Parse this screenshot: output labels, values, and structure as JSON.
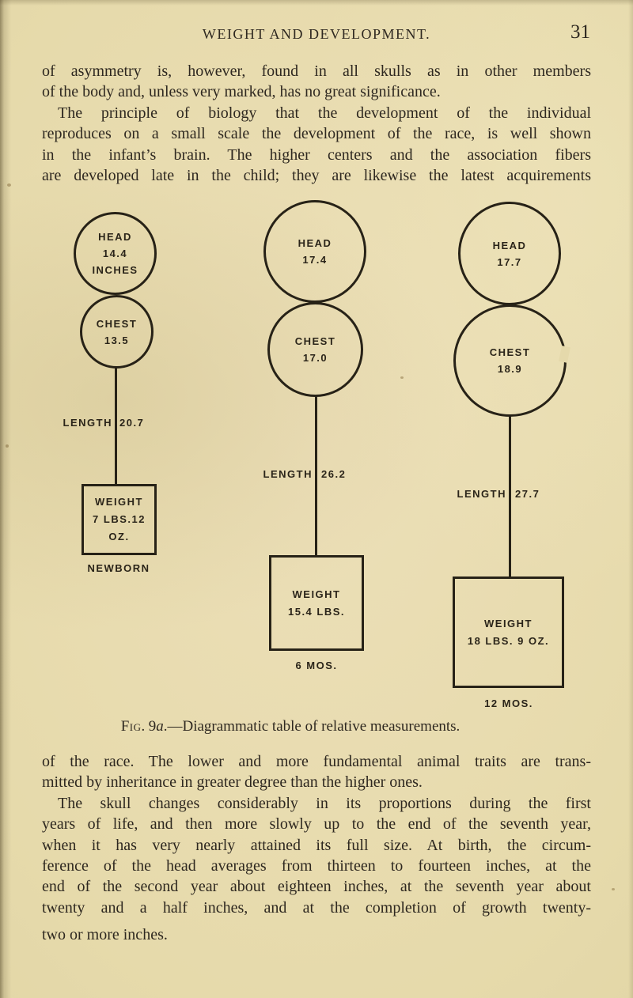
{
  "header": {
    "title": "WEIGHT AND DEVELOPMENT.",
    "page_number": "31"
  },
  "paragraph1": {
    "lines": [
      "of asymmetry is, however, found in all skulls as in other members",
      "of the body and, unless very marked, has no great significance.",
      "The principle of biology that the development of the individual",
      "reproduces on a small scale the development of the race, is well shown",
      "in the infant’s brain.  The higher centers and the association fibers",
      "are developed late in the child; they are likewise the latest acquirements"
    ]
  },
  "figure": {
    "columns": [
      {
        "label": "NEWBORN",
        "head_label": "HEAD",
        "head_value": "14.4",
        "head_unit": "INCHES",
        "chest_label": "CHEST",
        "chest_value": "13.5",
        "length_label": "LENGTH",
        "length_value": "20.7",
        "weight_label": "WEIGHT",
        "weight_value": "7 LBS.12 OZ."
      },
      {
        "label": "6 MOS.",
        "head_label": "HEAD",
        "head_value": "17.4",
        "chest_label": "CHEST",
        "chest_value": "17.0",
        "length_label": "LENGTH",
        "length_value": "26.2",
        "weight_label": "WEIGHT",
        "weight_value": "15.4 LBS."
      },
      {
        "label": "12 MOS.",
        "head_label": "HEAD",
        "head_value": "17.7",
        "chest_label": "CHEST",
        "chest_value": "18.9",
        "length_label": "LENGTH",
        "length_value": "27.7",
        "weight_label": "WEIGHT",
        "weight_value": "18 LBS. 9 OZ."
      }
    ],
    "caption": {
      "fig": "Fig.",
      "num": "9",
      "letter": "a",
      "rest": ".—Diagrammatic table of relative measurements."
    }
  },
  "paragraph2": {
    "lines": [
      "of the race.  The lower and more fundamental animal traits are trans-",
      "mitted by inheritance in greater degree than the higher ones.",
      "The skull changes considerably in its proportions during the first",
      "years of life, and then more slowly up to the end of the seventh year,",
      "when it has very nearly attained its full size.  At birth, the circum-",
      "ference of the head averages from thirteen to fourteen inches, at the",
      "end of the second year about eighteen inches, at the seventh year about",
      "twenty and a half inches, and at the completion of growth twenty-",
      "two or more inches."
    ]
  },
  "colors": {
    "paper": "#e7dbae",
    "ink": "#2e2820",
    "diagram_stroke": "#272217"
  }
}
